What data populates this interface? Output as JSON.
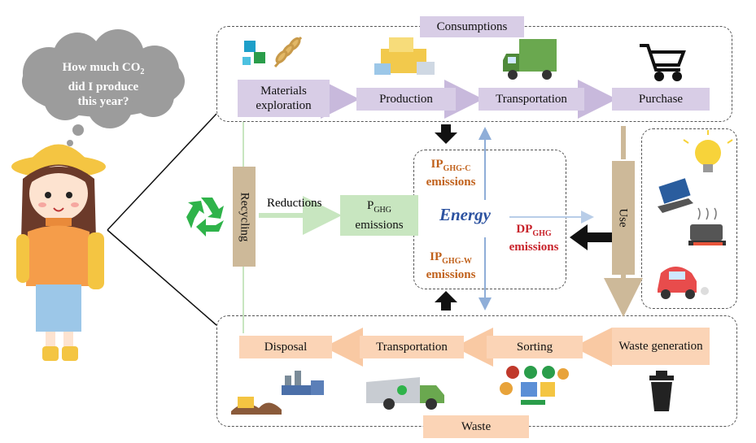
{
  "question": {
    "line1": "How much CO",
    "line1_sub": "2",
    "line2": "did I produce",
    "line3": "this year?"
  },
  "consumptions": {
    "title": "Consumptions",
    "steps": [
      "Materials exploration",
      "Production",
      "Transportation",
      "Purchase"
    ]
  },
  "waste": {
    "title": "Waste",
    "steps": [
      "Waste generation",
      "Sorting",
      "Transportation",
      "Disposal"
    ]
  },
  "use_label": "Use",
  "recycling_label": "Recycling",
  "reductions_label": "Reductions",
  "center": {
    "energy": "Energy",
    "pghg": {
      "main": "P",
      "sub": "GHG",
      "line2": "emissions"
    },
    "ipc": {
      "main": "IP",
      "sub": "GHG-C",
      "line2": "emissions"
    },
    "ipw": {
      "main": "IP",
      "sub": "GHG-W",
      "line2": "emissions"
    },
    "dp": {
      "main": "DP",
      "sub": "GHG",
      "line2": "emissions"
    }
  },
  "icons": [
    "material-blocks-icon",
    "wheat-icon",
    "factory-boxes-icon",
    "truck-icon",
    "shopping-cart-icon",
    "recycle-icon",
    "light-bulb-icon",
    "laptop-icon",
    "cooking-pot-icon",
    "car-icon",
    "trash-bin-icon",
    "sorting-bins-icon",
    "garbage-truck-icon",
    "landfill-icon",
    "industry-icon",
    "girl-avatar"
  ],
  "colors": {
    "purple": "#d8cde6",
    "peach": "#fbd4b6",
    "green": "#c8e6c0",
    "tan": "#cdb999",
    "emission_orange": "#c0601a",
    "emission_red": "#c8222a",
    "energy_blue": "#2c52a0"
  }
}
